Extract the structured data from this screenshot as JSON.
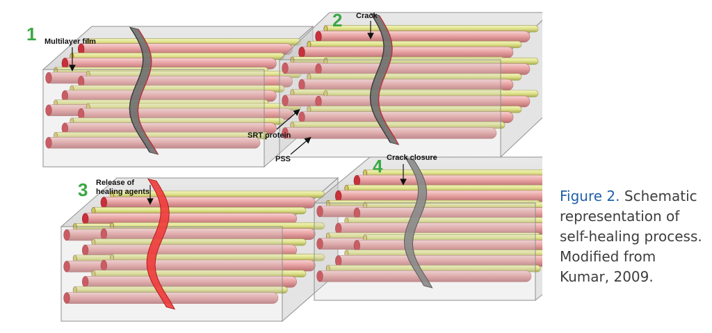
{
  "figure": {
    "panels": [
      {
        "number": "1",
        "labels": [
          "Multilayer film"
        ],
        "crack": "open"
      },
      {
        "number": "2",
        "labels": [
          "Crack",
          "SRT protein",
          "PSS"
        ],
        "crack": "open"
      },
      {
        "number": "3",
        "labels": [
          "Release of",
          "healing agents"
        ],
        "crack": "healing"
      },
      {
        "number": "4",
        "labels": [
          "Crack closure"
        ],
        "crack": "closed"
      }
    ],
    "colors": {
      "pink_rod": "#e9a3a3",
      "yellow_rod": "#dfe28a",
      "end_red": "#c8303a",
      "healing_red": "#ee3b3b",
      "closed_gray": "#8a8a8a",
      "box_edge": "#8f8f8f",
      "number_green": "#3aa843"
    }
  },
  "caption": {
    "label": "Figure 2.",
    "text": "Schematic representation of self-healing process. Modified from Kumar, 2009."
  }
}
